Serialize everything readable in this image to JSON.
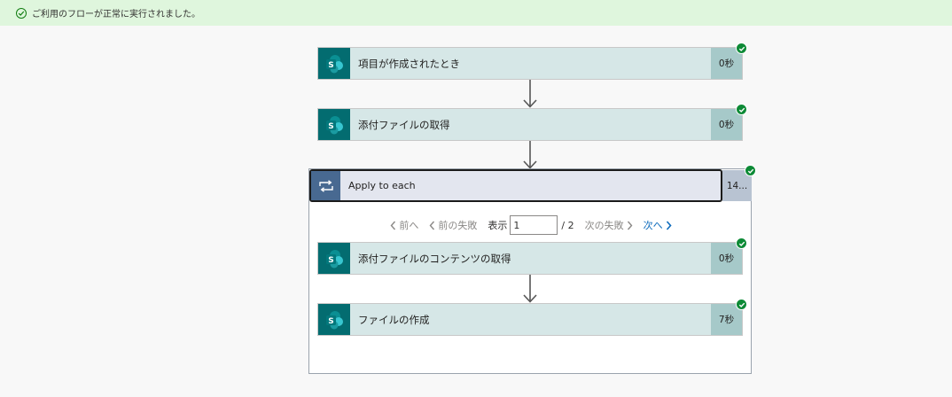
{
  "banner": {
    "message": "ご利用のフローが正常に実行されました。",
    "icon": "check-circle-icon",
    "color": "#107c10"
  },
  "steps": [
    {
      "title": "項目が作成されたとき",
      "duration": "0秒",
      "icon": "sharepoint-icon",
      "status": "succeeded"
    },
    {
      "title": "添付ファイルの取得",
      "duration": "0秒",
      "icon": "sharepoint-icon",
      "status": "succeeded"
    }
  ],
  "loop": {
    "title": "Apply to each",
    "duration": "14...",
    "icon": "loop-icon",
    "status": "succeeded",
    "pager": {
      "prev": "前へ",
      "prev_failed": "前の失敗",
      "show_label": "表示",
      "current": "1",
      "total": "/ 2",
      "next_failed": "次の失敗",
      "next": "次へ"
    },
    "steps": [
      {
        "title": "添付ファイルのコンテンツの取得",
        "duration": "0秒",
        "icon": "sharepoint-icon",
        "status": "succeeded"
      },
      {
        "title": "ファイルの作成",
        "duration": "7秒",
        "icon": "sharepoint-icon",
        "status": "succeeded"
      }
    ]
  },
  "colors": {
    "sharepoint": "#036c70",
    "loop": "#486991",
    "success": "#0d8a36",
    "link": "#0f6cbd"
  }
}
